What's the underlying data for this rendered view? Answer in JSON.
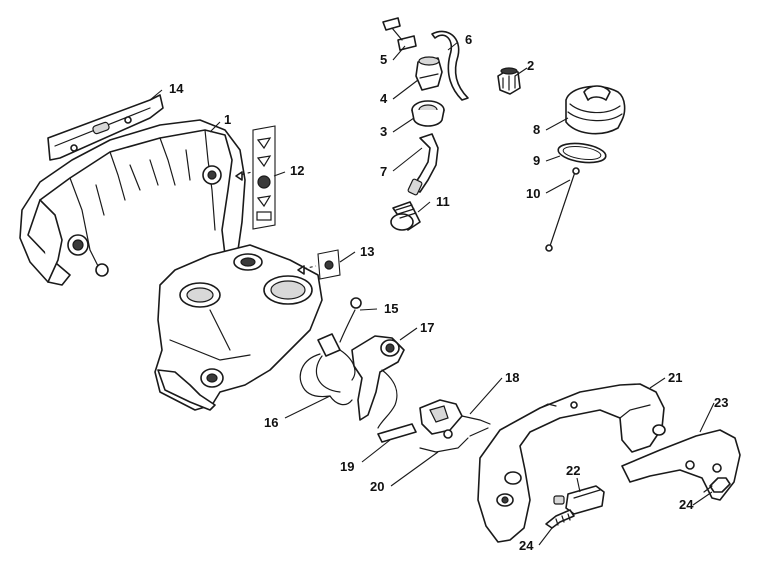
{
  "callouts": {
    "n1": "1",
    "n2": "2",
    "n3": "3",
    "n4": "4",
    "n5": "5",
    "n6": "6",
    "n7": "7",
    "n8": "8",
    "n9": "9",
    "n10": "10",
    "n11": "11",
    "n12": "12",
    "n13": "13",
    "n14": "14",
    "n15": "15",
    "n16": "16",
    "n17": "17",
    "n18": "18",
    "n19": "19",
    "n20": "20",
    "n21": "21",
    "n22": "22",
    "n23": "23",
    "n24a": "24",
    "n24b": "24"
  }
}
